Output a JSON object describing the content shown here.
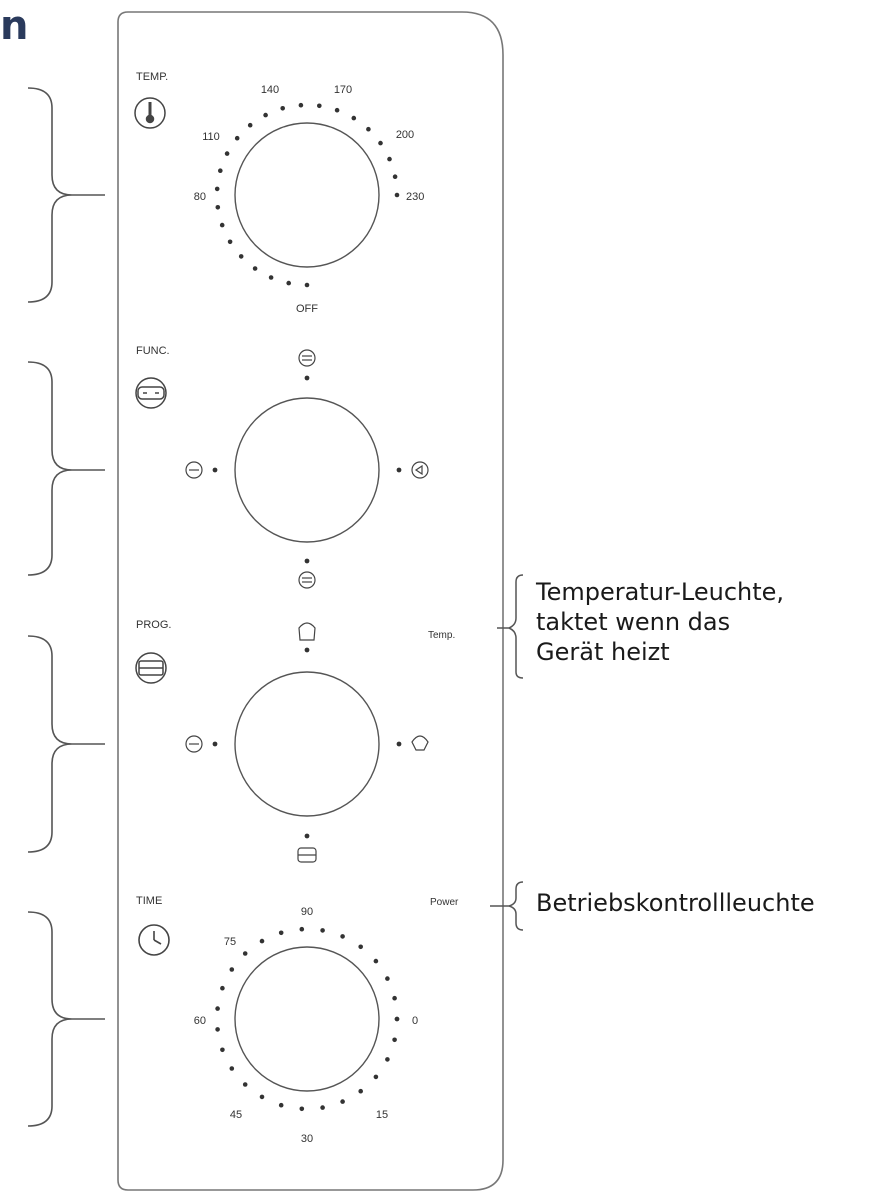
{
  "heading_fragment": "n",
  "panel": {
    "temp": {
      "label": "TEMP.",
      "scale": [
        "80",
        "110",
        "140",
        "170",
        "200",
        "230",
        "OFF"
      ]
    },
    "func": {
      "label": "FUNC."
    },
    "prog": {
      "label": "PROG."
    },
    "time": {
      "label": "TIME",
      "scale": [
        "90",
        "75",
        "60",
        "45",
        "30",
        "15",
        "0"
      ]
    },
    "indicator_temp": "Temp.",
    "indicator_power": "Power"
  },
  "callouts": {
    "temp_light": [
      "Temperatur-Leuchte,",
      "taktet wenn das",
      "Gerät heizt"
    ],
    "power_light": "Betriebskontrollleuchte"
  },
  "colors": {
    "line": "#555555",
    "heading": "#2a3a5c"
  }
}
